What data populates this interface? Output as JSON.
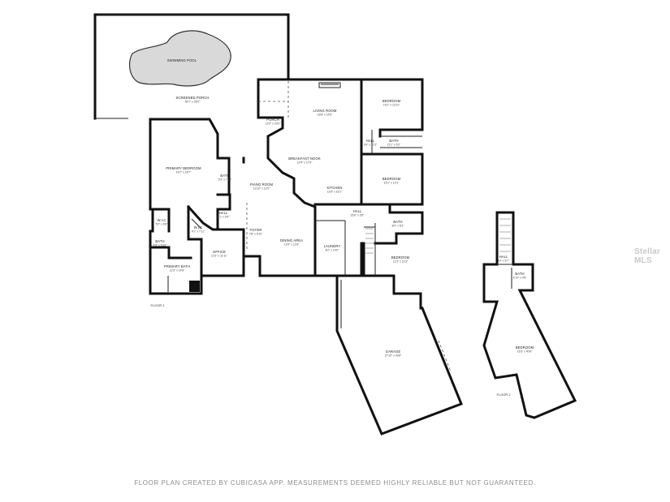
{
  "rooms": [
    {
      "key": "swimming_pool",
      "name": "SWIMMING POOL",
      "dim": ""
    },
    {
      "key": "screened_porch",
      "name": "SCREENED PORCH",
      "dim": "50'7\" x 26'0\""
    },
    {
      "key": "porch",
      "name": "PORCH",
      "dim": "12'0\" x 20'0\""
    },
    {
      "key": "living_room",
      "name": "LIVING ROOM",
      "dim": "16'8\" x 14'5\""
    },
    {
      "key": "bedroom_ne",
      "name": "BEDROOM",
      "dim": "15'1\" x 12'11\""
    },
    {
      "key": "hall_e",
      "name": "HALL",
      "dim": "3'4\" x 11'3\""
    },
    {
      "key": "bath_e",
      "name": "BATH",
      "dim": "11'1\" x 5'2\""
    },
    {
      "key": "breakfast",
      "name": "BREAKFAST NOOK",
      "dim": "10'4\" x 17'0\""
    },
    {
      "key": "primary_bedroom",
      "name": "PRIMARY BEDROOM",
      "dim": "16'7\" x 18'7\""
    },
    {
      "key": "bath_c",
      "name": "BATH",
      "dim": "5'3\" x 7'10\""
    },
    {
      "key": "piano",
      "name": "PIANO ROOM",
      "dim": "13'10\" x 12'0\""
    },
    {
      "key": "kitchen",
      "name": "KITCHEN",
      "dim": "11'8\" x 16'1\""
    },
    {
      "key": "bedroom_e",
      "name": "BEDROOM",
      "dim": "15'1\" x 13'1\""
    },
    {
      "key": "hall_c",
      "name": "HALL",
      "dim": "5'1\" x 5'5\""
    },
    {
      "key": "hall_se",
      "name": "HALL",
      "dim": "15'6\" x 3'5\""
    },
    {
      "key": "wic1",
      "name": "W.I.C",
      "dim": "5'0\" x 6'8\""
    },
    {
      "key": "wic2",
      "name": "W.I.C",
      "dim": "4'1\" x 7'11\""
    },
    {
      "key": "foyer",
      "name": "FOYER",
      "dim": "7'8\" x 6'10\""
    },
    {
      "key": "dining",
      "name": "DINING AREA",
      "dim": "13'3\" x 11'8\""
    },
    {
      "key": "laundry",
      "name": "LAUNDRY",
      "dim": "8'2\" x 14'0\""
    },
    {
      "key": "bath_se",
      "name": "BATH",
      "dim": "8'0\" x 5'3\""
    },
    {
      "key": "bath_w",
      "name": "BATH",
      "dim": "4'3\" x 5'10\""
    },
    {
      "key": "office",
      "name": "OFFICE",
      "dim": "12'3\" x 11'11\""
    },
    {
      "key": "bedroom_se",
      "name": "BEDROOM",
      "dim": "11'3\" x 12'3\""
    },
    {
      "key": "primary_bath",
      "name": "PRIMARY BATH",
      "dim": "12'3\" x 14'8\""
    },
    {
      "key": "garage",
      "name": "GARAGE",
      "dim": "27'10\" x 43'8\""
    },
    {
      "key": "hall_f2",
      "name": "HALL",
      "dim": "14'' x 5'7\""
    },
    {
      "key": "bath_f2",
      "name": "BATH",
      "dim": "4'10\" x 4'8\""
    },
    {
      "key": "bedroom_f2",
      "name": "BEDROOM",
      "dim": "16'3\" x 40'8\""
    }
  ],
  "floor_labels": {
    "floor1": "FLOOR 1",
    "floor2": "FLOOR 2"
  },
  "footer_text": "FLOOR PLAN CREATED BY CUBICASA APP. MEASUREMENTS DEEMED HIGHLY RELIABLE BUT NOT GUARANTEED.",
  "watermark": "Stellar MLS",
  "colors": {
    "wall": "#111111",
    "pool": "#d9d9d9",
    "footer": "#8c8c8c"
  }
}
